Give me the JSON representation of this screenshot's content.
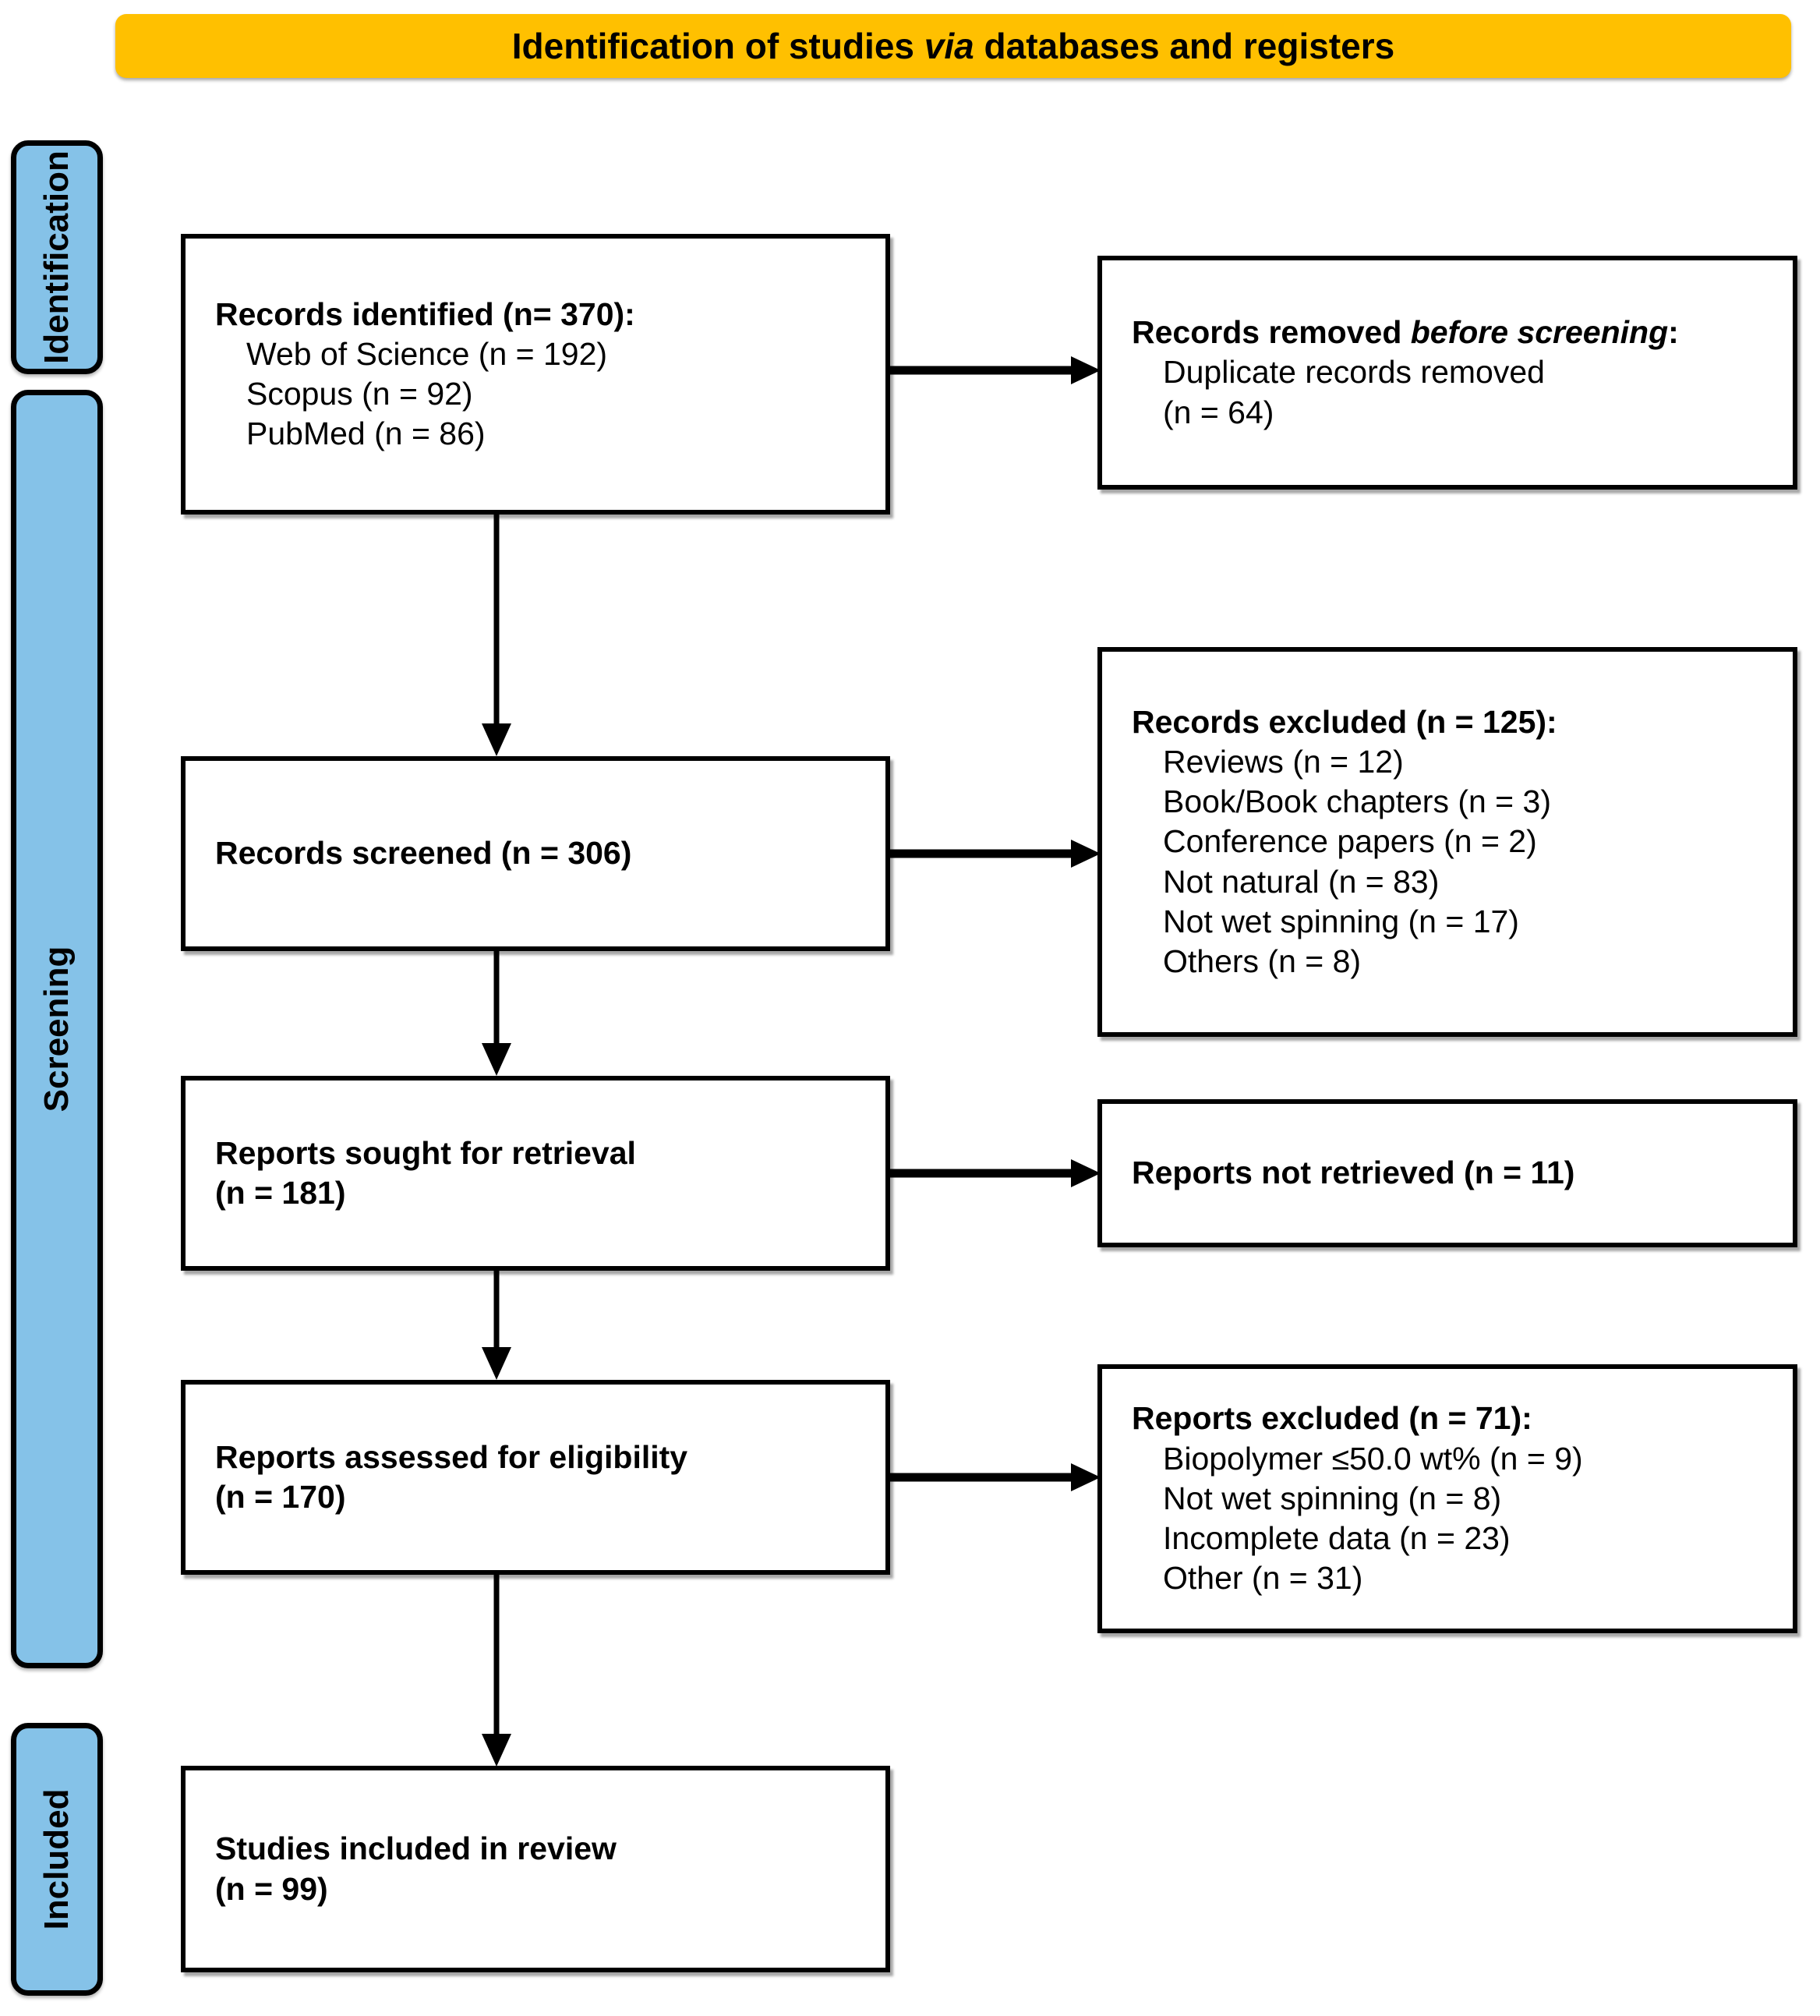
{
  "header": {
    "title_pre": "Identification of studies ",
    "title_italic": "via",
    "title_post": " databases and registers"
  },
  "stages": [
    {
      "id": "identification",
      "label": "Identification"
    },
    {
      "id": "screening",
      "label": "Screening"
    },
    {
      "id": "included",
      "label": "Included"
    }
  ],
  "boxes": {
    "identified": {
      "head": "Records identified (n= 370):",
      "items": [
        "Web of Science (n = 192)",
        "Scopus (n = 92)",
        "PubMed (n = 86)"
      ]
    },
    "removed": {
      "head_pre": "Records removed ",
      "head_italic": "before screening",
      "head_post": ":",
      "items": [
        "Duplicate records removed",
        "(n = 64)"
      ]
    },
    "screened": {
      "head": "Records screened (n = 306)"
    },
    "records_excluded": {
      "head": "Records excluded (n = 125):",
      "items": [
        "Reviews (n = 12)",
        "Book/Book chapters (n = 3)",
        "Conference papers (n = 2)",
        "Not natural (n = 83)",
        "Not wet spinning (n = 17)",
        "Others (n = 8)"
      ]
    },
    "sought": {
      "head_line1": "Reports sought for retrieval",
      "head_line2": "(n = 181)"
    },
    "not_retrieved": {
      "head": "Reports not retrieved (n = 11)"
    },
    "assessed": {
      "head_line1": "Reports assessed for eligibility",
      "head_line2": "(n = 170)"
    },
    "reports_excluded": {
      "head": "Reports excluded (n = 71):",
      "items": [
        "Biopolymer ≤50.0 wt% (n = 9)",
        "Not wet spinning (n = 8)",
        "Incomplete data (n = 23)",
        "Other (n = 31)"
      ]
    },
    "included": {
      "head_line1": "Studies included in review",
      "head_line2": "(n = 99)"
    }
  },
  "colors": {
    "header_fill": "#FFC000",
    "stage_fill": "#85C2E8",
    "box_border": "#000000",
    "box_fill": "#FFFFFF",
    "text": "#000000"
  },
  "chart_data": {
    "type": "diagram",
    "title": "PRISMA 2020 flow diagram",
    "nodes": [
      {
        "id": "identified",
        "stage": "Identification",
        "label": "Records identified",
        "n": 370,
        "breakdown": [
          {
            "source": "Web of Science",
            "n": 192
          },
          {
            "source": "Scopus",
            "n": 92
          },
          {
            "source": "PubMed",
            "n": 86
          }
        ]
      },
      {
        "id": "removed",
        "stage": "Identification",
        "label": "Records removed before screening",
        "n": 64,
        "breakdown": [
          {
            "source": "Duplicate records removed",
            "n": 64
          }
        ]
      },
      {
        "id": "screened",
        "stage": "Screening",
        "label": "Records screened",
        "n": 306
      },
      {
        "id": "records_excluded",
        "stage": "Screening",
        "label": "Records excluded",
        "n": 125,
        "breakdown": [
          {
            "source": "Reviews",
            "n": 12
          },
          {
            "source": "Book/Book chapters",
            "n": 3
          },
          {
            "source": "Conference papers",
            "n": 2
          },
          {
            "source": "Not natural",
            "n": 83
          },
          {
            "source": "Not wet spinning",
            "n": 17
          },
          {
            "source": "Others",
            "n": 8
          }
        ]
      },
      {
        "id": "sought",
        "stage": "Screening",
        "label": "Reports sought for retrieval",
        "n": 181
      },
      {
        "id": "not_retrieved",
        "stage": "Screening",
        "label": "Reports not retrieved",
        "n": 11
      },
      {
        "id": "assessed",
        "stage": "Screening",
        "label": "Reports assessed for eligibility",
        "n": 170
      },
      {
        "id": "reports_excluded",
        "stage": "Screening",
        "label": "Reports excluded",
        "n": 71,
        "breakdown": [
          {
            "source": "Biopolymer ≤50.0 wt%",
            "n": 9
          },
          {
            "source": "Not wet spinning",
            "n": 8
          },
          {
            "source": "Incomplete data",
            "n": 23
          },
          {
            "source": "Other",
            "n": 31
          }
        ]
      },
      {
        "id": "included",
        "stage": "Included",
        "label": "Studies included in review",
        "n": 99
      }
    ],
    "edges": [
      {
        "from": "identified",
        "to": "removed",
        "direction": "right"
      },
      {
        "from": "identified",
        "to": "screened",
        "direction": "down"
      },
      {
        "from": "screened",
        "to": "records_excluded",
        "direction": "right"
      },
      {
        "from": "screened",
        "to": "sought",
        "direction": "down"
      },
      {
        "from": "sought",
        "to": "not_retrieved",
        "direction": "right"
      },
      {
        "from": "sought",
        "to": "assessed",
        "direction": "down"
      },
      {
        "from": "assessed",
        "to": "reports_excluded",
        "direction": "right"
      },
      {
        "from": "assessed",
        "to": "included",
        "direction": "down"
      }
    ]
  }
}
